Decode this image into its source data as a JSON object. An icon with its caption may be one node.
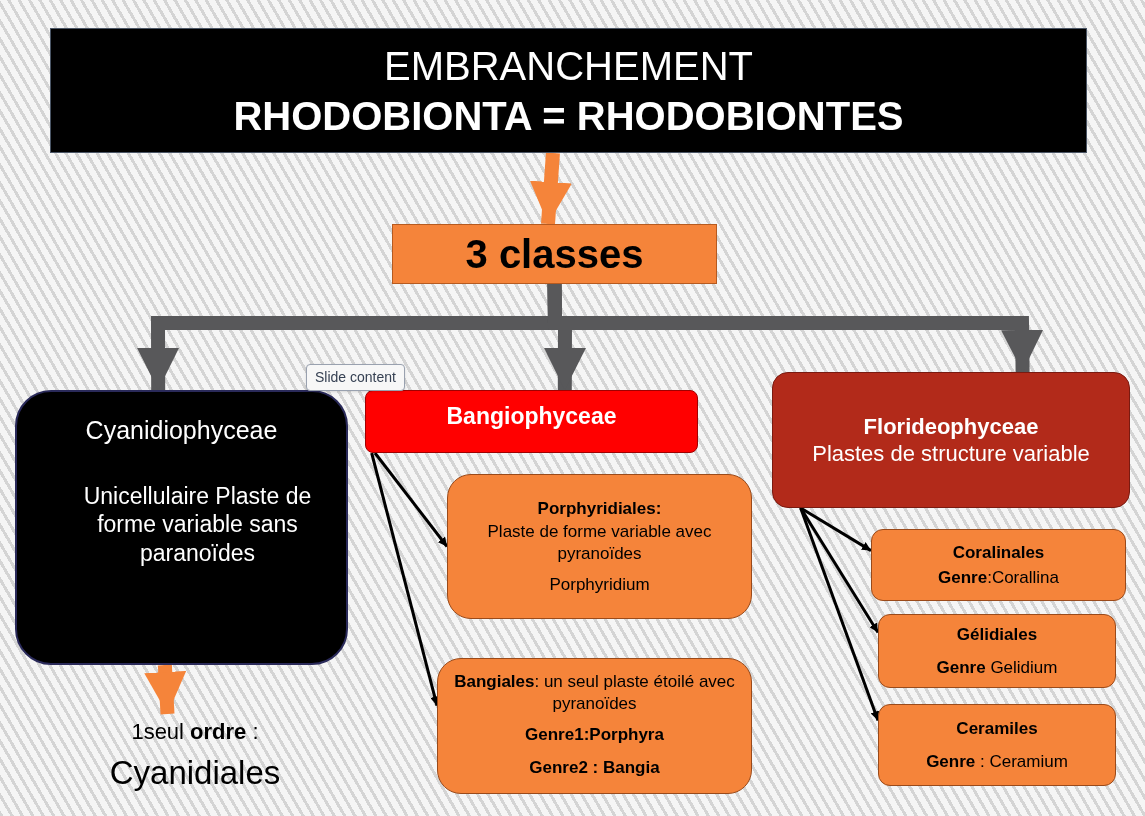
{
  "diagram": {
    "nodes": [
      {
        "text": [
          "EMBRANCHEMENT",
          "RHODOBIONTA = RHODOBIONTES"
        ]
      },
      {
        "text": [
          "3 classes"
        ]
      },
      {
        "text": [
          "Cyanidiophyceae",
          "Unicellulaire Plaste de forme variable sans paranoïdes"
        ]
      },
      {
        "text": [
          "Bangiophyceae"
        ]
      },
      {
        "text": [
          "Florideophyceae",
          "Plastes de structure variable"
        ]
      },
      {
        "text": [
          "Porphyridiales:",
          "Plaste de forme variable avec pyranoïdes",
          "Porphyridium"
        ]
      },
      {
        "text": [
          "**Bangiales**: un seul plaste étoilé avec pyranoïdes",
          "Genre1:Porphyra",
          "Genre2 : Bangia"
        ]
      },
      {
        "text": [
          "Coralinales",
          "**Genre**:Corallina"
        ]
      },
      {
        "text": [
          "Gélidiales",
          "**Genre** Gelidium"
        ]
      },
      {
        "text": [
          "Ceramiles",
          "**Genre** : Ceramium"
        ]
      },
      {
        "text": [
          "1seul **ordre** :",
          "Cyanidiales"
        ]
      }
    ],
    "edges": [
      {
        "from": 0,
        "to": 1,
        "arrow": "to",
        "style": "thick",
        "color": "#f5843a"
      },
      {
        "from": 1,
        "to": 2,
        "arrow": "to",
        "style": "thick",
        "color": "#58585a"
      },
      {
        "from": 1,
        "to": 3,
        "arrow": "to",
        "style": "thick",
        "color": "#58585a"
      },
      {
        "from": 1,
        "to": 4,
        "arrow": "to",
        "style": "thick",
        "color": "#58585a"
      },
      {
        "from": 3,
        "to": 5,
        "arrow": "to"
      },
      {
        "from": 3,
        "to": 6,
        "arrow": "to"
      },
      {
        "from": 4,
        "to": 7,
        "arrow": "to"
      },
      {
        "from": 4,
        "to": 8,
        "arrow": "to"
      },
      {
        "from": 4,
        "to": 9,
        "arrow": "to"
      },
      {
        "from": 2,
        "to": 10,
        "arrow": "to",
        "style": "thick",
        "color": "#f5843a"
      }
    ],
    "labels": [
      "Slide content"
    ]
  }
}
